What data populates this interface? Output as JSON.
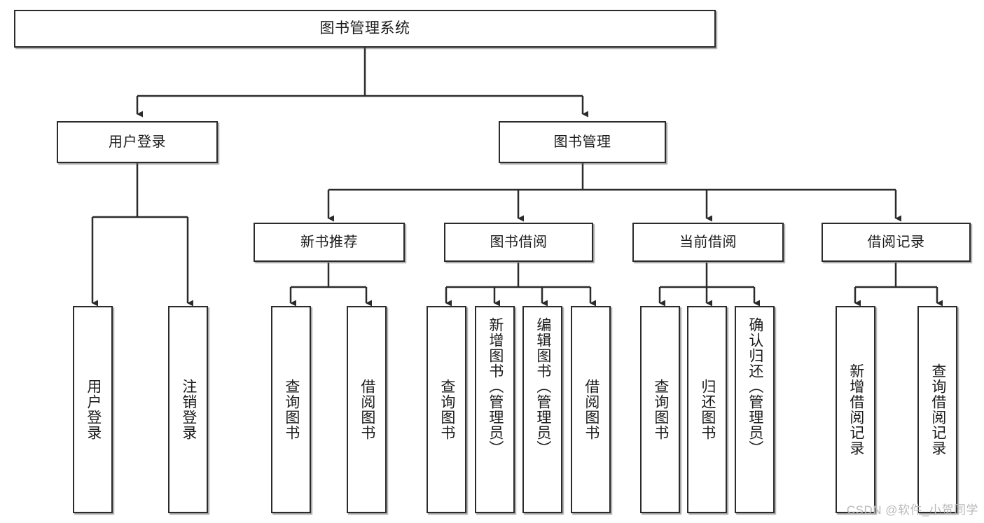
{
  "diagram": {
    "title": "图书管理系统",
    "type": "hierarchy-tree",
    "watermark": "CSDN @软件_小贺同学",
    "colors": {
      "box_border": "#2b2b2b",
      "box_fill": "#ffffff",
      "connector": "#2b2b2b",
      "watermark": "#b9b9b9"
    },
    "root": {
      "label": "图书管理系统"
    },
    "level1": [
      {
        "label": "用户登录"
      },
      {
        "label": "图书管理"
      }
    ],
    "level2": [
      {
        "label": "新书推荐"
      },
      {
        "label": "图书借阅"
      },
      {
        "label": "当前借阅"
      },
      {
        "label": "借阅记录"
      }
    ],
    "leaves": {
      "user_login": [
        {
          "label": "用户登录"
        },
        {
          "label": "注销登录"
        }
      ],
      "new_book_recommend": [
        {
          "label": "查询图书"
        },
        {
          "label": "借阅图书"
        }
      ],
      "book_borrow": [
        {
          "label": "查询图书"
        },
        {
          "label": "新增图书（管理员）"
        },
        {
          "label": "编辑图书（管理员）"
        },
        {
          "label": "借阅图书"
        }
      ],
      "current_borrow": [
        {
          "label": "查询图书"
        },
        {
          "label": "归还图书"
        },
        {
          "label": "确认归还（管理员）"
        }
      ],
      "borrow_record": [
        {
          "label": "新增借阅记录"
        },
        {
          "label": "查询借阅记录"
        }
      ]
    }
  }
}
